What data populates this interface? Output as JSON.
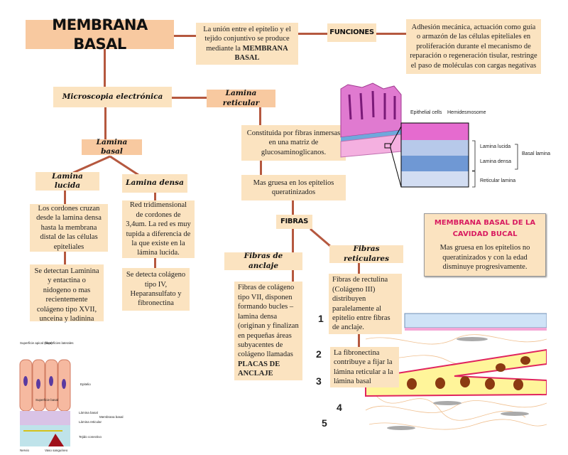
{
  "title": "MEMBRANA BASAL",
  "intro": {
    "text": "La unión entre el epitelio y el tejido conjuntivo se produce mediante la",
    "bold": "MEMBRANA BASAL"
  },
  "funciones": {
    "label": "FUNCIONES",
    "text": "Adhesión mecánica, actuación como guía o armazón de las células epiteliales en proliferación durante el mecanismo de reparación o regeneración tisular, restringe el paso de moléculas con cargas negativas"
  },
  "microscopia": "Microscopia electrónica",
  "lamina_reticular": {
    "label": "Lamina reticular",
    "desc1": "Constituida por fibras inmersas en una matriz de glucosaminoglicanos.",
    "desc2": "Mas gruesa en los epitelios queratinizados"
  },
  "fibras": {
    "label": "FIBRAS",
    "anclaje": {
      "label": "Fibras de anclaje",
      "text": "Fibras de colágeno tipo VII, disponen formando bucles – lamina densa (originan y finalizan en pequeñas áreas subyacentes de colágeno llamadas",
      "bold": "PLACAS DE ANCLAJE"
    },
    "reticulares": {
      "label": "Fibras reticulares",
      "text": "Fibras de rectulina (Colágeno III) distribuyen paralelamente al epitelio entre fibras de anclaje.",
      "fibronectina": "La fibronectina contribuye a fijar la lámina reticular a la lámina basal"
    }
  },
  "lamina_basal": {
    "label": "Lamina basal",
    "lucida": {
      "label": "Lamina lucida",
      "desc1": "Los cordones cruzan desde la lamina densa hasta la membrana distal de las células epiteliales",
      "desc2": "Se detectan Laminina y entactina o nidogeno o mas recientemente colágeno tipo XVII, unceina y ladinina"
    },
    "densa": {
      "label": "Lamina densa",
      "desc1": "Red tridimensional de cordones de 3,4um. La red es muy tupida a diferencia de la que existe en la lámina lucida.",
      "desc2": "Se detecta colágeno tipo IV, Heparansulfato y fibronectina"
    }
  },
  "cavidad_bucal": {
    "title": "MEMBRANA BASAL DE LA CAVIDAD BUCAL",
    "text": "Mas gruesa en los epitelios no queratinizados y con la edad disminuye progresivamente."
  },
  "histology_figure": {
    "labels": [
      "Epithelial cells",
      "Hemidesmosome",
      "Lamina lucida",
      "Lamina densa",
      "Basal lamina",
      "Reticular lamina"
    ]
  },
  "epithelium_figure": {
    "labels": [
      "Superficie apical (libre)",
      "Superficies laterales",
      "Epitelio",
      "Superficie basal",
      "Lámina basal",
      "Lámina reticular",
      "Membrana basal",
      "Tejido conectivo",
      "Nervio",
      "Vaso sanguíneo"
    ]
  },
  "tissue_figure": {
    "numbers": [
      "1",
      "2",
      "3",
      "4",
      "5"
    ]
  },
  "colors": {
    "box": "#fbe3c0",
    "box_accent": "#f8c9a0",
    "connector": "#b5583f",
    "cavidad_title": "#d81b60"
  }
}
